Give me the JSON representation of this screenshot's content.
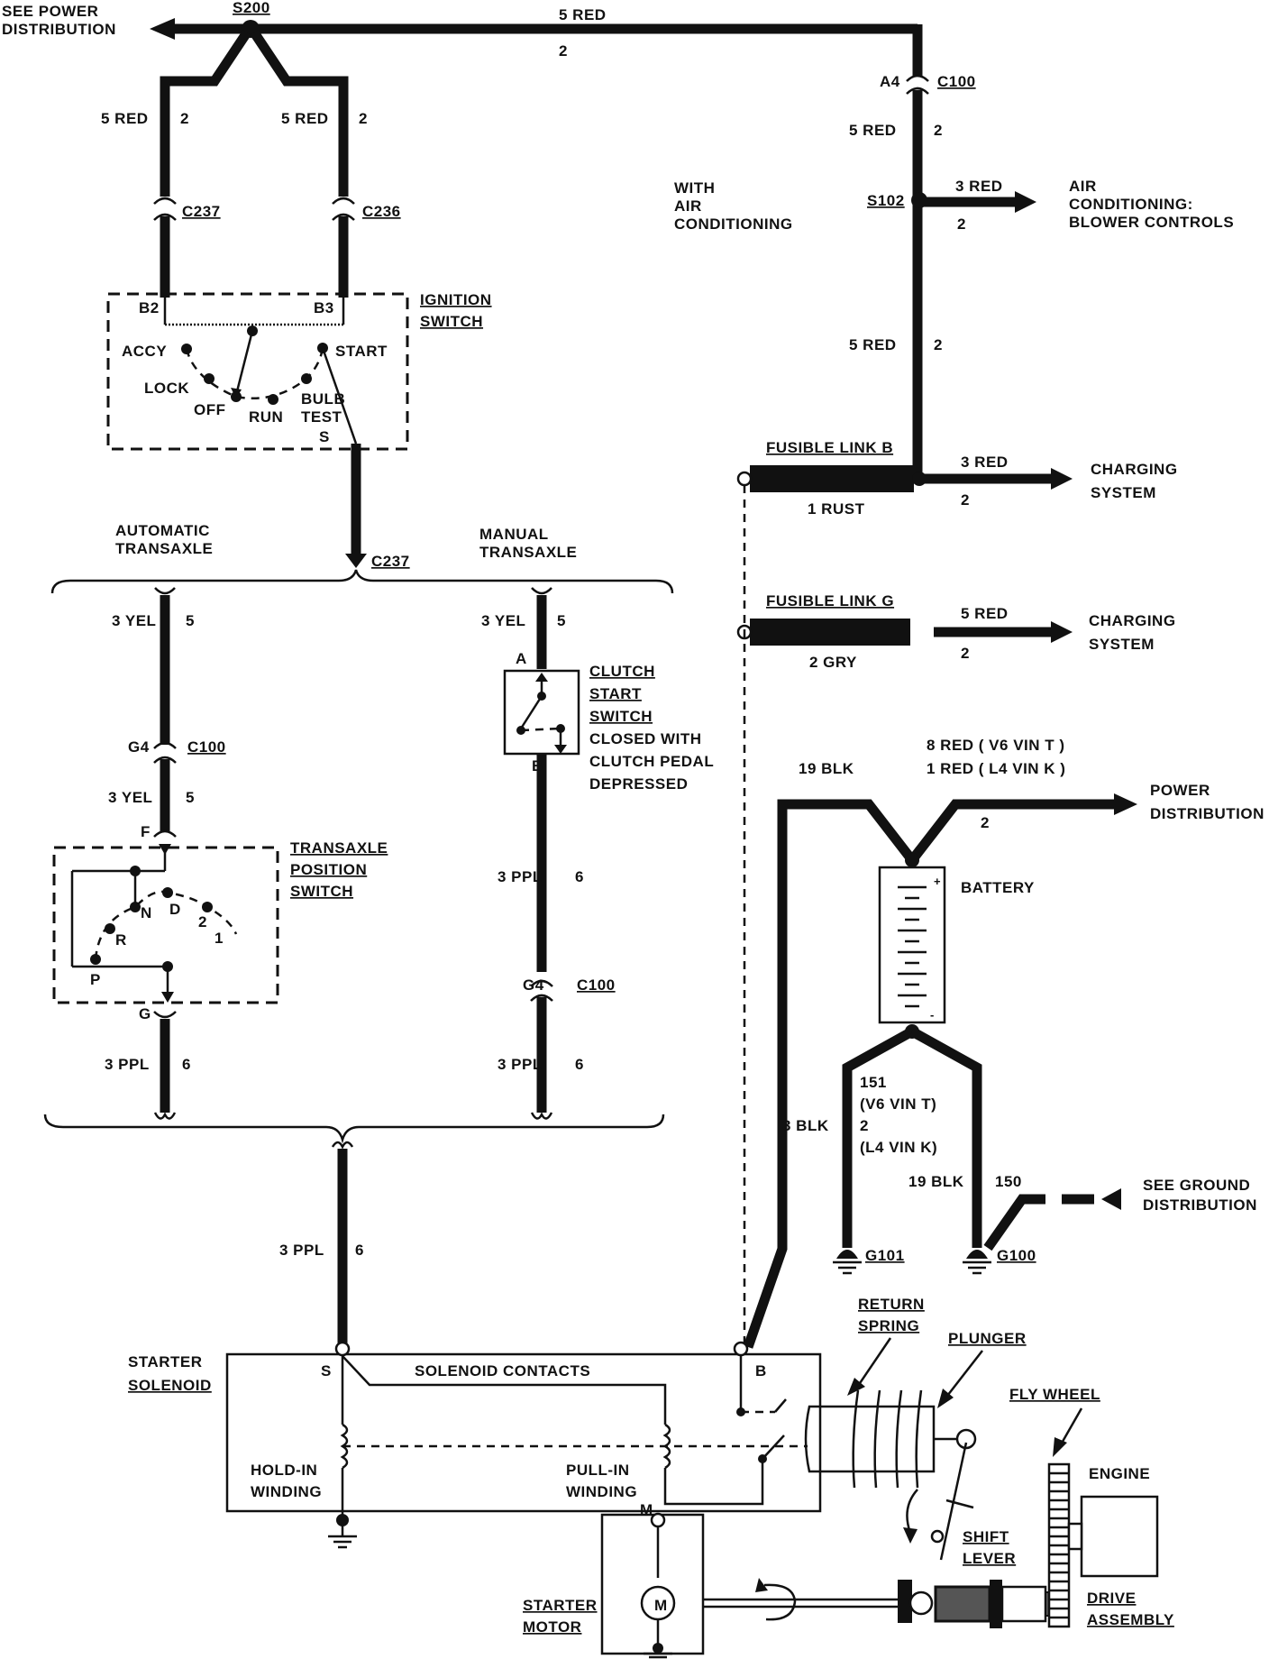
{
  "labels": {
    "see_power_distribution": [
      "SEE POWER",
      "DISTRIBUTION"
    ],
    "s200": "S200",
    "top_wire_color": "5 RED",
    "top_wire_num": "2",
    "wire_c237_color": "5 RED",
    "wire_c237_num": "2",
    "wire_c236_color": "5 RED",
    "wire_c236_num": "2",
    "c237_upper": "C237",
    "c236": "C236",
    "ignition_switch": [
      "IGNITION",
      "SWITCH"
    ],
    "b2": "B2",
    "b3": "B3",
    "accy": "ACCY",
    "start": "START",
    "lock": "LOCK",
    "off": "OFF",
    "run": "RUN",
    "bulb_test": [
      "BULB",
      "TEST",
      "S"
    ],
    "c237_lower": "C237",
    "automatic_transaxle": [
      "AUTOMATIC",
      "TRANSAXLE"
    ],
    "manual_transaxle": [
      "MANUAL",
      "TRANSAXLE"
    ],
    "auto_wire1_color": "3 YEL",
    "auto_wire1_num": "5",
    "g4_left": "G4",
    "c100_left": "C100",
    "auto_wire2_color": "3 YEL",
    "auto_wire2_num": "5",
    "f": "F",
    "transaxle_position_switch": [
      "TRANSAXLE",
      "POSITION",
      "SWITCH"
    ],
    "n": "N",
    "d": "D",
    "two": "2",
    "one": "1",
    "r": "R",
    "p": "P",
    "g": "G",
    "auto_wire3_color": "3 PPL",
    "auto_wire3_num": "6",
    "man_wire1_color": "3 YEL",
    "man_wire1_num": "5",
    "a": "A",
    "clutch_start_switch": [
      "CLUTCH",
      "START",
      "SWITCH"
    ],
    "closed_with": [
      "CLOSED WITH",
      "CLUTCH  PEDAL",
      "DEPRESSED"
    ],
    "b_manual": "B",
    "man_wire2_color": "3 PPL",
    "man_wire2_num": "6",
    "g4_mid": "G4",
    "c100_mid": "C100",
    "man_wire3_color": "3 PPL",
    "man_wire3_num": "6",
    "main_wire_color": "3 PPL",
    "main_wire_num": "6",
    "a4": "A4",
    "c100_top": "C100",
    "right_wire1_color": "5 RED",
    "right_wire1_num": "2",
    "with_ac": [
      "WITH",
      "AIR",
      "CONDITIONING"
    ],
    "s102": "S102",
    "ac_wire_color": "3 RED",
    "ac_wire_num": "2",
    "ac_dest": [
      "AIR",
      "CONDITIONING:",
      "BLOWER CONTROLS"
    ],
    "right_wire2_color": "5 RED",
    "right_wire2_num": "2",
    "fusible_link_b": "FUSIBLE LINK B",
    "fl_b_wire": "1 RUST",
    "charging_wire1_color": "3 RED",
    "charging_wire1_num": "2",
    "charging_system_1": [
      "CHARGING",
      "SYSTEM"
    ],
    "fusible_link_g": "FUSIBLE LINK G",
    "fl_g_wire": "2 GRY",
    "charging_wire2_color": "5 RED",
    "charging_wire2_num": "2",
    "charging_system_2": [
      "CHARGING",
      "SYSTEM"
    ],
    "batt_wire_left": "19 BLK",
    "batt_pos_wire": [
      "8 RED  ( V6 VIN T )",
      "1 RED  ( L4 VIN K )"
    ],
    "batt_pos_num": "2",
    "power_distribution": [
      "POWER",
      "DISTRIBUTION"
    ],
    "battery": "BATTERY",
    "batt_neg_left_color": "3 BLK",
    "batt_neg_codes": [
      "151",
      "(V6  VIN T)",
      "2",
      "(L4  VIN K)"
    ],
    "batt_neg_right_color": "19 BLK",
    "batt_neg_right_num": "150",
    "see_ground_distribution": [
      "SEE GROUND",
      "DISTRIBUTION"
    ],
    "g101": "G101",
    "g100": "G100",
    "starter_solenoid": [
      "STARTER",
      "SOLENOID"
    ],
    "s_terminal": "S",
    "solenoid_contacts": "SOLENOID CONTACTS",
    "b_terminal": "B",
    "hold_in_winding": [
      "HOLD-IN",
      "WINDING"
    ],
    "pull_in_winding": [
      "PULL-IN",
      "WINDING"
    ],
    "m_terminal": "M",
    "return_spring": [
      "RETURN",
      "SPRING"
    ],
    "plunger": "PLUNGER",
    "fly_wheel": "FLY WHEEL",
    "engine": "ENGINE",
    "shift_lever": [
      "SHIFT",
      "LEVER"
    ],
    "drive_assembly": [
      "DRIVE",
      "ASSEMBLY"
    ],
    "starter_motor": [
      "STARTER",
      "MOTOR"
    ],
    "motor_symbol": "M"
  }
}
